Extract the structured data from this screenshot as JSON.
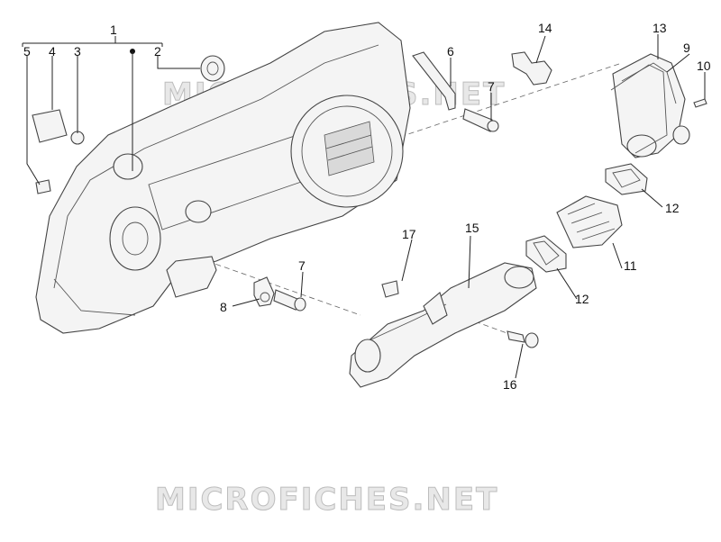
{
  "watermark": "MICROFICHES.NET",
  "callouts": [
    {
      "id": "c1",
      "text": "1"
    },
    {
      "id": "c2",
      "text": "2"
    },
    {
      "id": "c3",
      "text": "3"
    },
    {
      "id": "c4",
      "text": "4"
    },
    {
      "id": "c5",
      "text": "5"
    },
    {
      "id": "c6",
      "text": "6"
    },
    {
      "id": "c7a",
      "text": "7"
    },
    {
      "id": "c7b",
      "text": "7"
    },
    {
      "id": "c8",
      "text": "8"
    },
    {
      "id": "c9",
      "text": "9"
    },
    {
      "id": "c10",
      "text": "10"
    },
    {
      "id": "c11",
      "text": "11"
    },
    {
      "id": "c12a",
      "text": "12"
    },
    {
      "id": "c12b",
      "text": "12"
    },
    {
      "id": "c13",
      "text": "13"
    },
    {
      "id": "c14",
      "text": "14"
    },
    {
      "id": "c15",
      "text": "15"
    },
    {
      "id": "c16",
      "text": "16"
    },
    {
      "id": "c17",
      "text": "17"
    }
  ]
}
